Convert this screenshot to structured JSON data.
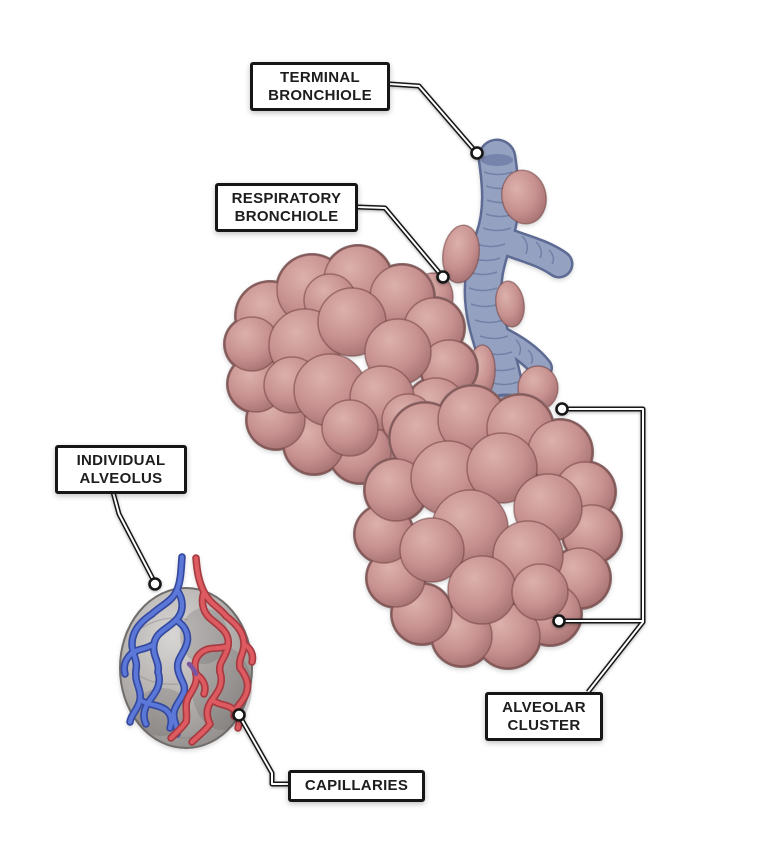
{
  "labels": {
    "terminal_bronchiole": "TERMINAL BRONCHIOLE",
    "respiratory_bronchiole": "RESPIRATORY BRONCHIOLE",
    "individual_alveolus": "INDIVIDUAL ALVEOLUS",
    "capillaries": "CAPILLARIES",
    "alveolar_cluster": "ALVEOLAR CLUSTER"
  },
  "colors": {
    "background": "#ffffff",
    "label_box_bg": "#ffffff",
    "label_box_border": "#161616",
    "label_text": "#1d1d1d",
    "leader_line_outer": "#161616",
    "leader_line_inner": "#ffffff",
    "alveoli_pink_light": "#dcb1ab",
    "alveoli_pink": "#c79190",
    "alveoli_pink_dark": "#a16c6d",
    "alveoli_outline": "#8a6868",
    "bronchiole_blue": "#95a1c1",
    "bronchiole_blue_dark": "#5d6b94",
    "alveolus_gray_light": "#d8d6d4",
    "alveolus_gray": "#b5b2b0",
    "alveolus_gray_dark": "#8a8785",
    "capillary_blue": "#5b77d8",
    "capillary_blue_dark": "#34499e",
    "capillary_red": "#dd5a60",
    "capillary_red_dark": "#a63a41"
  }
}
